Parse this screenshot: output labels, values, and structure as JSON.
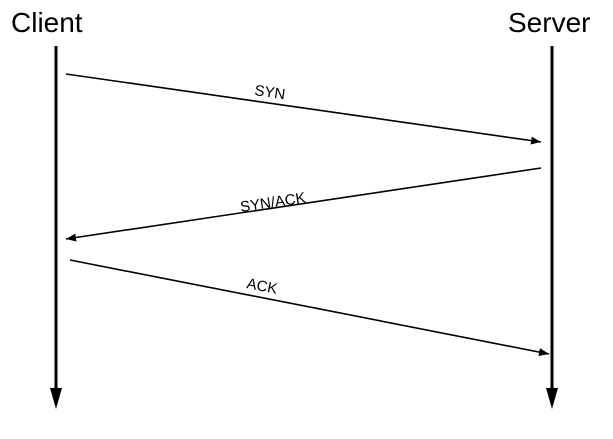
{
  "actors": {
    "client": "Client",
    "server": "Server"
  },
  "messages": [
    {
      "label": "SYN",
      "from": "client",
      "to": "server"
    },
    {
      "label": "SYN/ACK",
      "from": "server",
      "to": "client"
    },
    {
      "label": "ACK",
      "from": "client",
      "to": "server"
    }
  ]
}
